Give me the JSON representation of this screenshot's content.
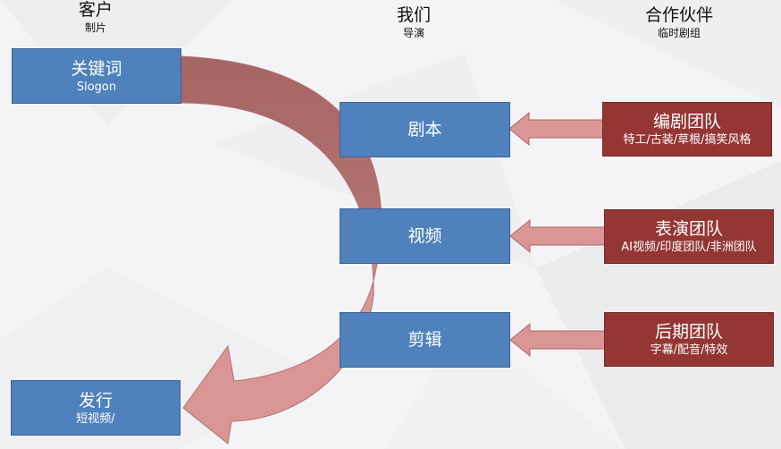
{
  "columns": {
    "client": {
      "title": "客户",
      "subtitle": "制片"
    },
    "us": {
      "title": "我们",
      "subtitle": "导演"
    },
    "partners": {
      "title": "合作伙伴",
      "subtitle": "临时剧组"
    }
  },
  "client_boxes": {
    "keyword": {
      "title": "关键词",
      "subtitle": "Slogon"
    },
    "release": {
      "title": "发行",
      "subtitle": "短视频/"
    }
  },
  "process_steps": [
    {
      "title": "剧本"
    },
    {
      "title": "视频"
    },
    {
      "title": "剪辑"
    }
  ],
  "partner_teams": [
    {
      "title": "编剧团队",
      "subtitle": "特工/古装/草根/搞笑风格"
    },
    {
      "title": "表演团队",
      "subtitle": "AI视频/印度团队/非洲团队"
    },
    {
      "title": "后期团队",
      "subtitle": "字幕/配音/特效"
    }
  ],
  "colors": {
    "process_box": "#4f81bd",
    "partner_box": "#943634",
    "arrow_fill": "#d99694",
    "arc_top": "#a66565",
    "arc_bottom": "#d99694"
  }
}
